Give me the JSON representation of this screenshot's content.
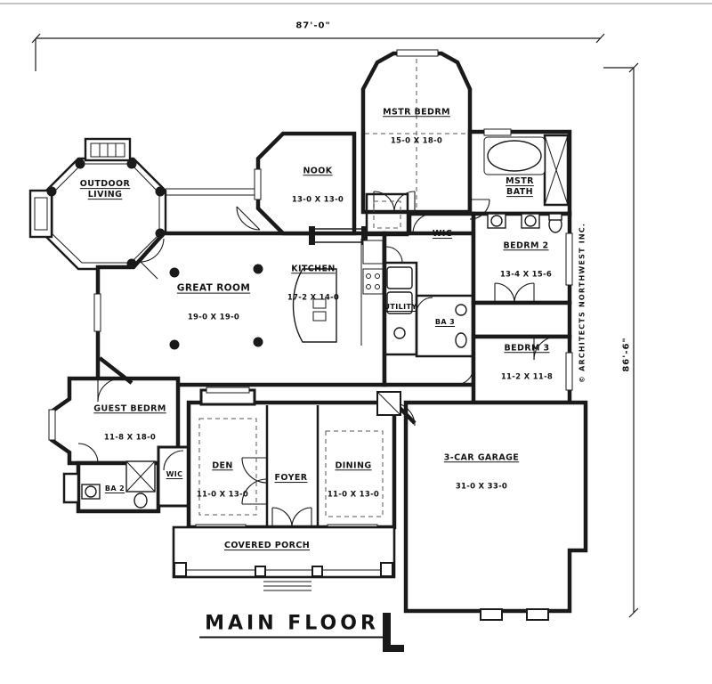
{
  "drawing_title": "MAIN FLOOR",
  "copyright": "© ARCHITECTS NORTHWEST INC.",
  "dimensions": {
    "overall_width": "87'-0\"",
    "overall_height": "86'-6\""
  },
  "line_color": "#1a1a1a",
  "background_color": "#ffffff",
  "rooms": {
    "outdoor_living": {
      "name": "OUTDOOR\nLIVING"
    },
    "mstr_bedrm": {
      "name": "MSTR BEDRM",
      "dims": "15-0 X 18-0"
    },
    "nook": {
      "name": "NOOK",
      "dims": "13-0 X 13-0"
    },
    "mstr_bath": {
      "name": "MSTR\nBATH"
    },
    "wic_master": {
      "name": "WIC"
    },
    "bedrm_2": {
      "name": "BEDRM 2",
      "dims": "13-4 X 15-6"
    },
    "great_room": {
      "name": "GREAT ROOM",
      "dims": "19-0 X 19-0"
    },
    "kitchen": {
      "name": "KITCHEN",
      "dims": "17-2 X 14-0"
    },
    "utility": {
      "name": "UTILITY"
    },
    "ba_3": {
      "name": "BA 3"
    },
    "bedrm_3": {
      "name": "BEDRM 3",
      "dims": "11-2 X 11-8"
    },
    "guest_bedrm": {
      "name": "GUEST BEDRM",
      "dims": "11-8 X 18-0"
    },
    "wic_guest": {
      "name": "WIC"
    },
    "ba_2": {
      "name": "BA 2"
    },
    "den": {
      "name": "DEN",
      "dims": "11-0 X 13-0"
    },
    "foyer": {
      "name": "FOYER"
    },
    "dining": {
      "name": "DINING",
      "dims": "11-0 X 13-0"
    },
    "covered_porch": {
      "name": "COVERED PORCH"
    },
    "garage": {
      "name": "3-CAR GARAGE",
      "dims": "31-0 X 33-0"
    }
  }
}
